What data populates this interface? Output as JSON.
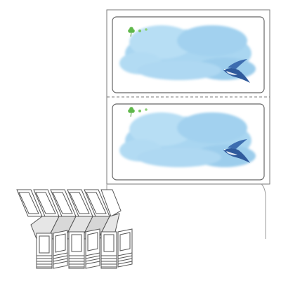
{
  "colors": {
    "sky": "#9fd0ee",
    "sky_light": "#c6e5f7",
    "bird": "#2f5a9c",
    "bird_belly": "#e8eef6",
    "clover": "#5fb84a",
    "line": "#6b6b6b",
    "paper": "#ffffff"
  },
  "labels": {
    "sheet": "label-sheet",
    "label_count_on_sheet": 2,
    "stack_icon": "folded-label-stack-illustration"
  },
  "decorations": [
    "clover-icon",
    "cloud-watercolor",
    "swallow-bird-icon",
    "perforation-line"
  ]
}
